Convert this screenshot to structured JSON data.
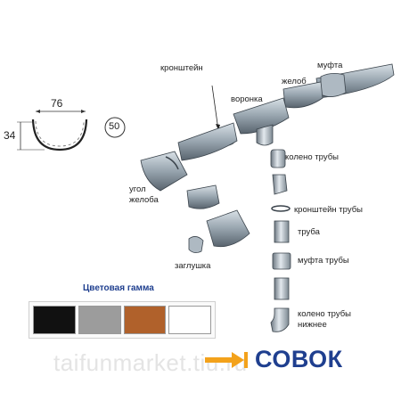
{
  "profile": {
    "width_value": "76",
    "height_value": "34",
    "size_badge": "50"
  },
  "labels": {
    "bracket": "кронштейн",
    "funnel": "воронка",
    "gutter": "желоб",
    "coupling": "муфта",
    "elbow": "колено трубы",
    "gutter_corner_line1": "угол",
    "gutter_corner_line2": "желоба",
    "pipe_bracket": "кронштейн трубы",
    "pipe": "труба",
    "pipe_coupling": "муфта трубы",
    "end_cap": "заглушка",
    "lower_elbow_line1": "колено трубы",
    "lower_elbow_line2": "нижнее"
  },
  "palette": {
    "title": "Цветовая гамма",
    "colors": [
      "#111111",
      "#9c9c9c",
      "#b0612b",
      "#ffffff"
    ]
  },
  "watermark": "taifunmarket.tiu.ru",
  "brand": {
    "name": "СОВОК",
    "accent": "#f3a21b",
    "color": "#1f3f8f"
  },
  "colors": {
    "metal_light": "#c9d3db",
    "metal_mid": "#8f9ca7",
    "metal_dark": "#4a5560"
  }
}
